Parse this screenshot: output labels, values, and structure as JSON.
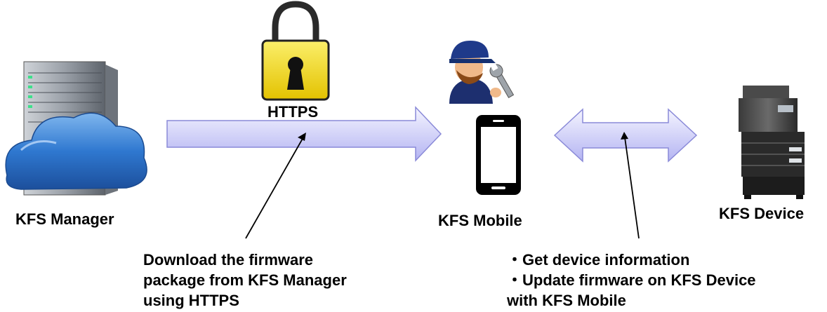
{
  "nodes": {
    "manager": "KFS Manager",
    "mobile": "KFS Mobile",
    "device": "KFS Device"
  },
  "protocol_label": "HTTPS",
  "notes": {
    "download": [
      "Download the firmware",
      "package from KFS Manager",
      "using HTTPS"
    ],
    "device_ops": [
      "・Get device information",
      "・Update firmware on KFS Device",
      "with KFS Mobile"
    ]
  },
  "icons": [
    "server-cloud-icon",
    "padlock-icon",
    "technician-icon",
    "smartphone-icon",
    "printer-icon"
  ],
  "colors": {
    "arrow_fill_light": "#eeeeff",
    "arrow_fill_dark": "#b8b8f4",
    "arrow_stroke": "#8a8ad8",
    "lock_body": "#f2dc1e",
    "cloud": "#2f78d0",
    "server": "#9aa0a8",
    "phone": "#000000"
  }
}
